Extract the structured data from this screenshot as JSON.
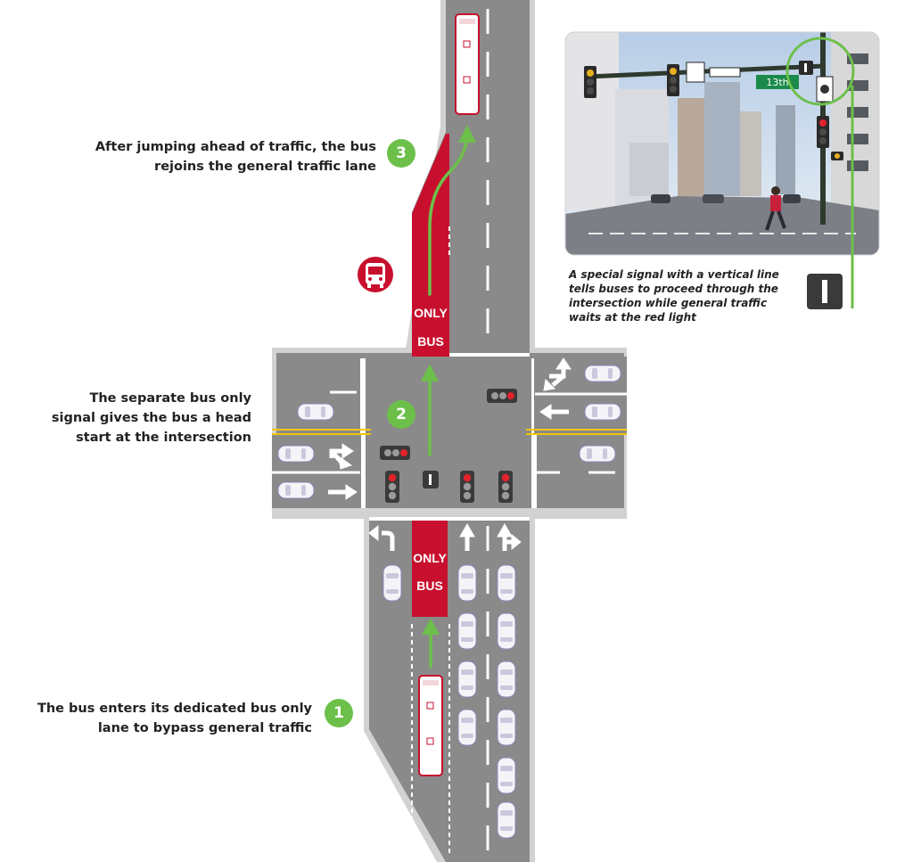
{
  "steps": [
    {
      "number": "1",
      "text": "The bus enters its dedicated bus only lane to bypass general traffic"
    },
    {
      "number": "2",
      "text": "The separate bus only signal gives the bus a head start at the intersection"
    },
    {
      "number": "3",
      "text": "After jumping ahead of traffic, the bus rejoins the general traffic lane"
    }
  ],
  "lane_marking": {
    "line1": "ONLY",
    "line2": "BUS"
  },
  "photo": {
    "street_sign": "13th",
    "caption": "A special signal with a vertical line tells buses to proceed through the intersection while general traffic waits at the red light"
  },
  "colors": {
    "road": "#8a8a8a",
    "bus_lane": "#c8102e",
    "route_arrow": "#6cc04a",
    "centerline": "#f2c500",
    "signal_head": "#3a3a3a"
  },
  "icons": [
    "bus-icon",
    "bus-signal-icon",
    "traffic-signal-icon",
    "route-arrow-icon",
    "turn-arrow-icon"
  ]
}
